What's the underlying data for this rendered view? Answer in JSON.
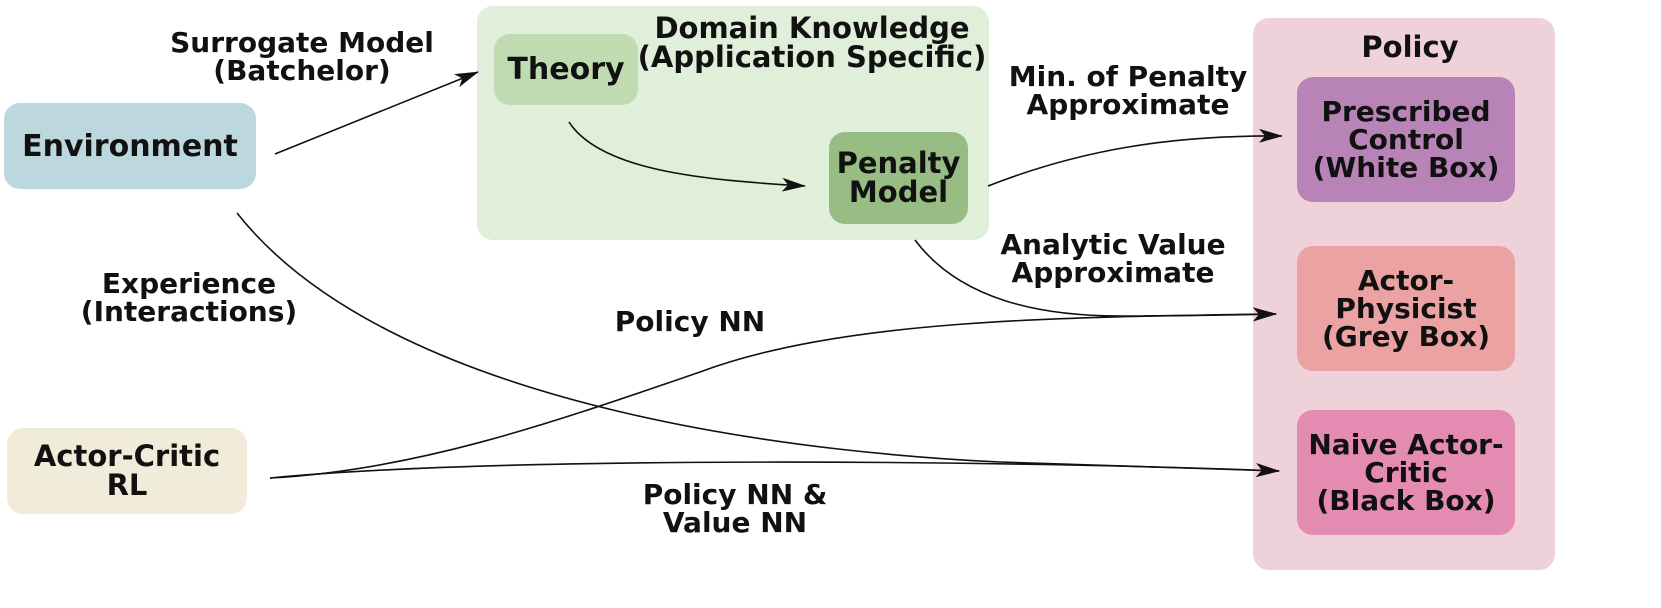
{
  "colors": {
    "environment": "#bdd7de",
    "actor_critic_rl": "#f0ecd9",
    "domain_panel": "#e0efda",
    "theory": "#c0dbb2",
    "penalty_model": "#98bd84",
    "policy_panel": "#efd1d9",
    "prescribed_control": "#b883b7",
    "actor_physicist": "#eba2a3",
    "naive_actor_critic": "#e38bb0",
    "arrow": "#111111"
  },
  "nodes": {
    "environment": "Environment",
    "actor_critic_rl": "Actor-Critic\nRL",
    "domain_knowledge": "Domain Knowledge\n(Application Specific)",
    "theory": "Theory",
    "penalty_model": "Penalty\nModel",
    "policy": "Policy",
    "prescribed_control": "Prescribed\nControl\n(White Box)",
    "actor_physicist": "Actor-\nPhysicist\n(Grey Box)",
    "naive_actor_critic": "Naive Actor-\nCritic\n(Black Box)"
  },
  "edge_labels": {
    "surrogate_model": "Surrogate Model\n(Batchelor)",
    "experience": "Experience\n(Interactions)",
    "min_penalty": "Min. of Penalty\nApproximate",
    "analytic_value": "Analytic Value\nApproximate",
    "policy_nn": "Policy NN",
    "policy_value_nn": "Policy NN &\nValue NN"
  }
}
